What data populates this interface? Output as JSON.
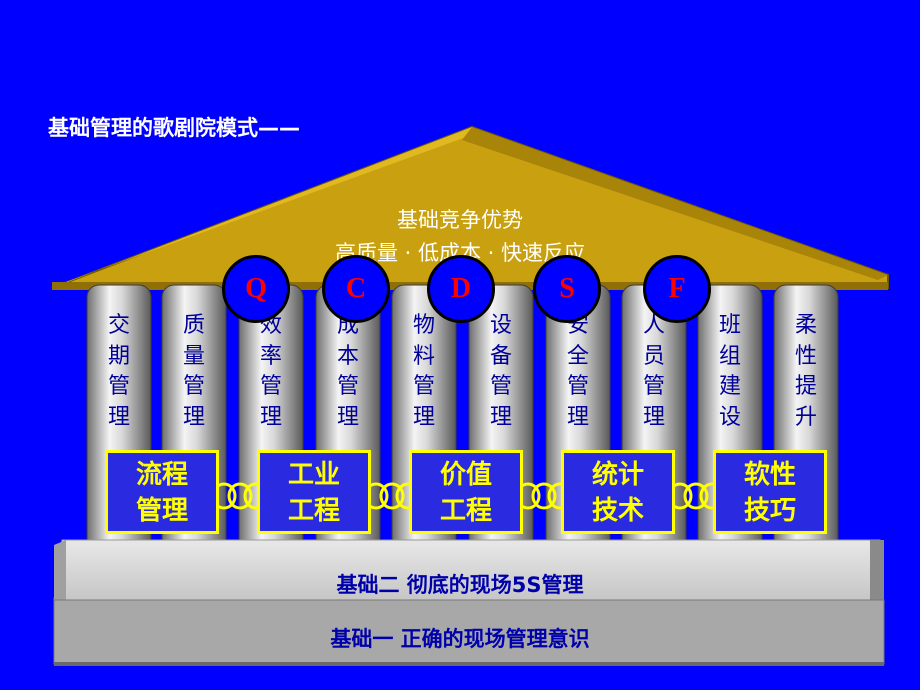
{
  "title": "基础管理的歌剧院模式——",
  "roof": {
    "line1": "基础竞争优势",
    "line2": "高质量 · 低成本 · 快速反应"
  },
  "columns": [
    "交期管理",
    "质量管理",
    "效率管理",
    "成本管理",
    "物料管理",
    "设备管理",
    "安全管理",
    "人员管理",
    "班组建设",
    "柔性提升"
  ],
  "qcdsf": [
    "Q",
    "C",
    "D",
    "S",
    "F"
  ],
  "methods": [
    [
      "流程",
      "管理"
    ],
    [
      "工业",
      "工程"
    ],
    [
      "价值",
      "工程"
    ],
    [
      "统计",
      "技术"
    ],
    [
      "软性",
      "技巧"
    ]
  ],
  "foundation": {
    "step2": "基础二    彻底的现场5S管理",
    "step1": "基础一    正确的现场管理意识"
  },
  "colors": {
    "background": "#0000ff",
    "roof": "#c8a010",
    "pillar_text": "#000099",
    "letter": "#ff0000",
    "box_border": "#ffff00",
    "box_text": "#ffff00"
  }
}
